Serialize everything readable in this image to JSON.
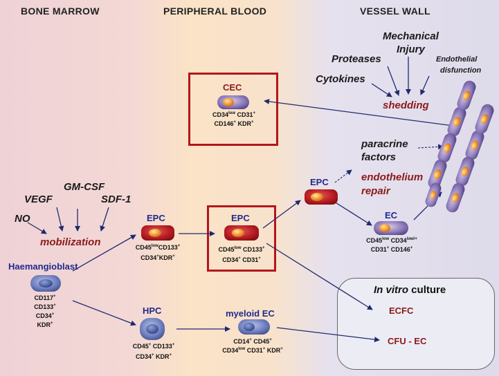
{
  "zones": {
    "bone_marrow": "BONE MARROW",
    "peripheral_blood": "PERIPHERAL BLOOD",
    "vessel_wall": "VESSEL WALL"
  },
  "factors": {
    "no": "NO",
    "vegf": "VEGF",
    "gmcsf": "GM-CSF",
    "sdf1": "SDF-1",
    "mobilization": "mobilization",
    "cytokines": "Cytokines",
    "proteases": "Proteases",
    "mechanical_injury_1": "Mechanical",
    "mechanical_injury_2": "Injury",
    "endothelial_dysfunction_1": "Endothelial",
    "endothelial_dysfunction_2": "disfunction",
    "shedding": "shedding",
    "paracrine_1": "paracrine",
    "paracrine_2": "factors",
    "repair_1": "endothelium",
    "repair_2": "repair"
  },
  "cells": {
    "cec": {
      "label": "CEC",
      "line1": [
        "CD34",
        "low",
        " CD31",
        "+"
      ],
      "line2": [
        "CD146",
        "+",
        " KDR",
        "+"
      ]
    },
    "haemangioblast": {
      "label": "Haemangioblast",
      "markers": [
        [
          "CD117",
          "+"
        ],
        [
          "CD133",
          "+"
        ],
        [
          "CD34",
          "+"
        ],
        [
          "KDR",
          "+"
        ]
      ]
    },
    "epc1": {
      "label": "EPC",
      "line1": [
        "CD45",
        "low",
        "CD133",
        "+"
      ],
      "line2": [
        "CD34",
        "+",
        "KDR",
        "+"
      ]
    },
    "epc2": {
      "label": "EPC",
      "line1": [
        "CD45",
        "low",
        " CD133",
        "+"
      ],
      "line2": [
        "CD34",
        "+",
        " CD31",
        "+"
      ]
    },
    "epc3": {
      "label": "EPC"
    },
    "ec": {
      "label": "EC",
      "line1": [
        "CD45",
        "low",
        " CD34",
        "low/+"
      ],
      "line2": [
        "CD31",
        "+",
        " CD146",
        "+"
      ]
    },
    "hpc": {
      "label": "HPC",
      "line1": [
        "CD45",
        "+",
        " CD133",
        "+"
      ],
      "line2": [
        "CD34",
        "+",
        " KDR",
        "+"
      ]
    },
    "myeloid_ec": {
      "label": "myeloid EC",
      "line1": [
        "CD14",
        "+",
        " CD45",
        "+"
      ],
      "line2": [
        "CD34",
        "low",
        " CD31",
        "+",
        " KDR",
        "+"
      ]
    }
  },
  "in_vitro": {
    "title_italic": "In vitro",
    "title_rest": " culture",
    "ecfc": "ECFC",
    "cfu_ec": "CFU - EC"
  },
  "colors": {
    "bone_marrow_bg": "#f1d9dd",
    "blood_bg": "#f9e1c7",
    "vessel_bg": "#e4e0ef",
    "arrow": "#1f2a6e",
    "red_text": "#8b1a1a",
    "box_red": "#b3161b"
  }
}
